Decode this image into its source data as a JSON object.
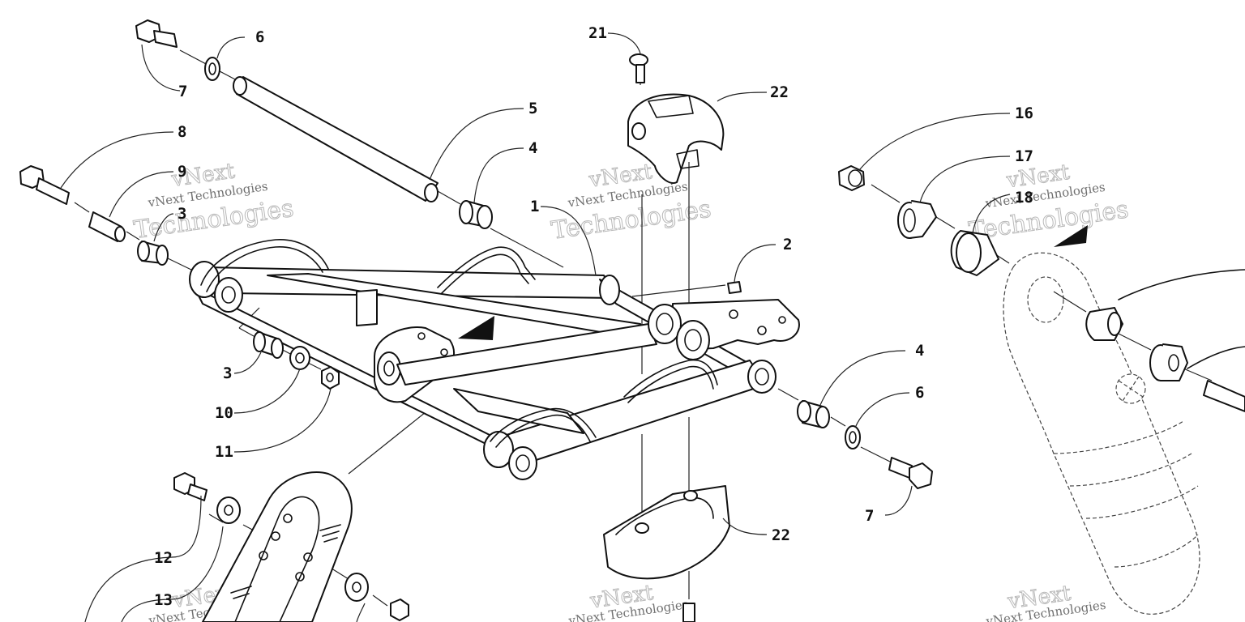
{
  "diagram": {
    "callouts": {
      "c1": "1",
      "c2": "2",
      "c3a": "3",
      "c3b": "3",
      "c4a": "4",
      "c4b": "4",
      "c5": "5",
      "c6a": "6",
      "c6b": "6",
      "c7a": "7",
      "c7b": "7",
      "c8": "8",
      "c9": "9",
      "c10": "10",
      "c11": "11",
      "c12": "12",
      "c13": "13",
      "c16": "16",
      "c17": "17",
      "c18": "18",
      "c21": "21",
      "c22a": "22",
      "c22b": "22"
    },
    "watermarks": {
      "small_text": "vNext Technologies",
      "big_top": "vNext",
      "big_bottom": "Technologies"
    }
  }
}
